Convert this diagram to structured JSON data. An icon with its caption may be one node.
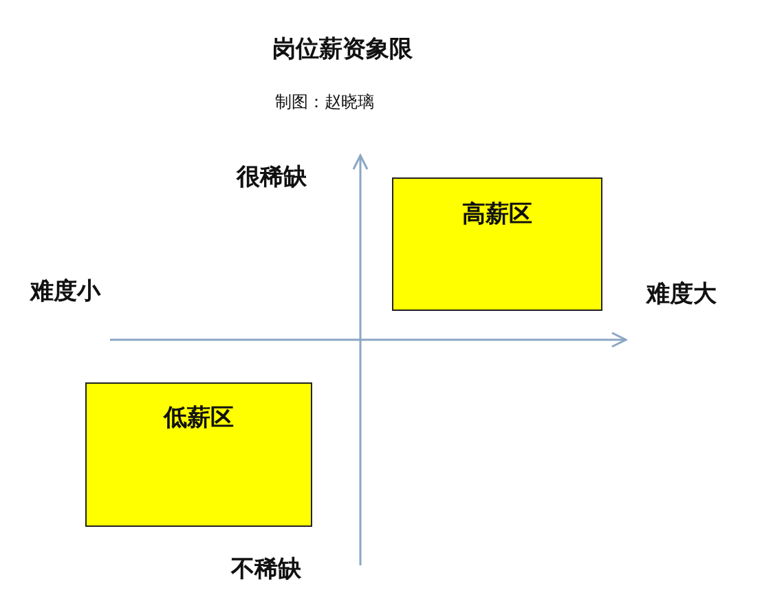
{
  "diagram": {
    "title": "岗位薪资象限",
    "nodes": [
      {
        "text": [
          "高薪区"
        ]
      },
      {
        "text": [
          "低薪区"
        ]
      }
    ],
    "labels": [
      "制图：赵晓璃",
      "很稀缺",
      "难度小",
      "难度大",
      "不稀缺"
    ]
  }
}
